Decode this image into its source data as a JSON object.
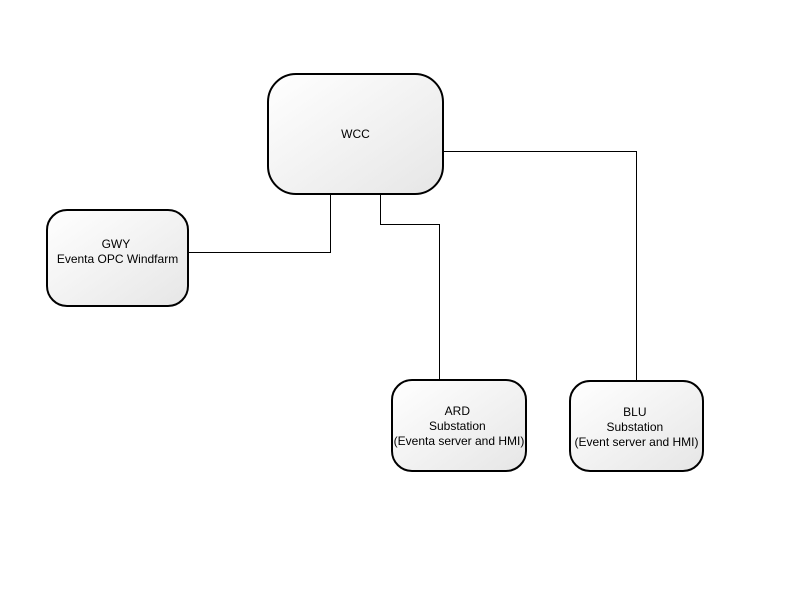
{
  "nodes": {
    "wcc": {
      "lines": [
        "WCC"
      ]
    },
    "gwy": {
      "lines": [
        "GWY",
        "Eventa OPC Windfarm"
      ]
    },
    "ard": {
      "lines": [
        "ARD",
        "Substation",
        "(Eventa server and HMI)"
      ]
    },
    "blu": {
      "lines": [
        "BLU",
        "Substation",
        "(Event server and HMI)"
      ]
    }
  },
  "edges": [
    {
      "from": "wcc",
      "to": "gwy"
    },
    {
      "from": "wcc",
      "to": "ard"
    },
    {
      "from": "wcc",
      "to": "blu"
    }
  ]
}
